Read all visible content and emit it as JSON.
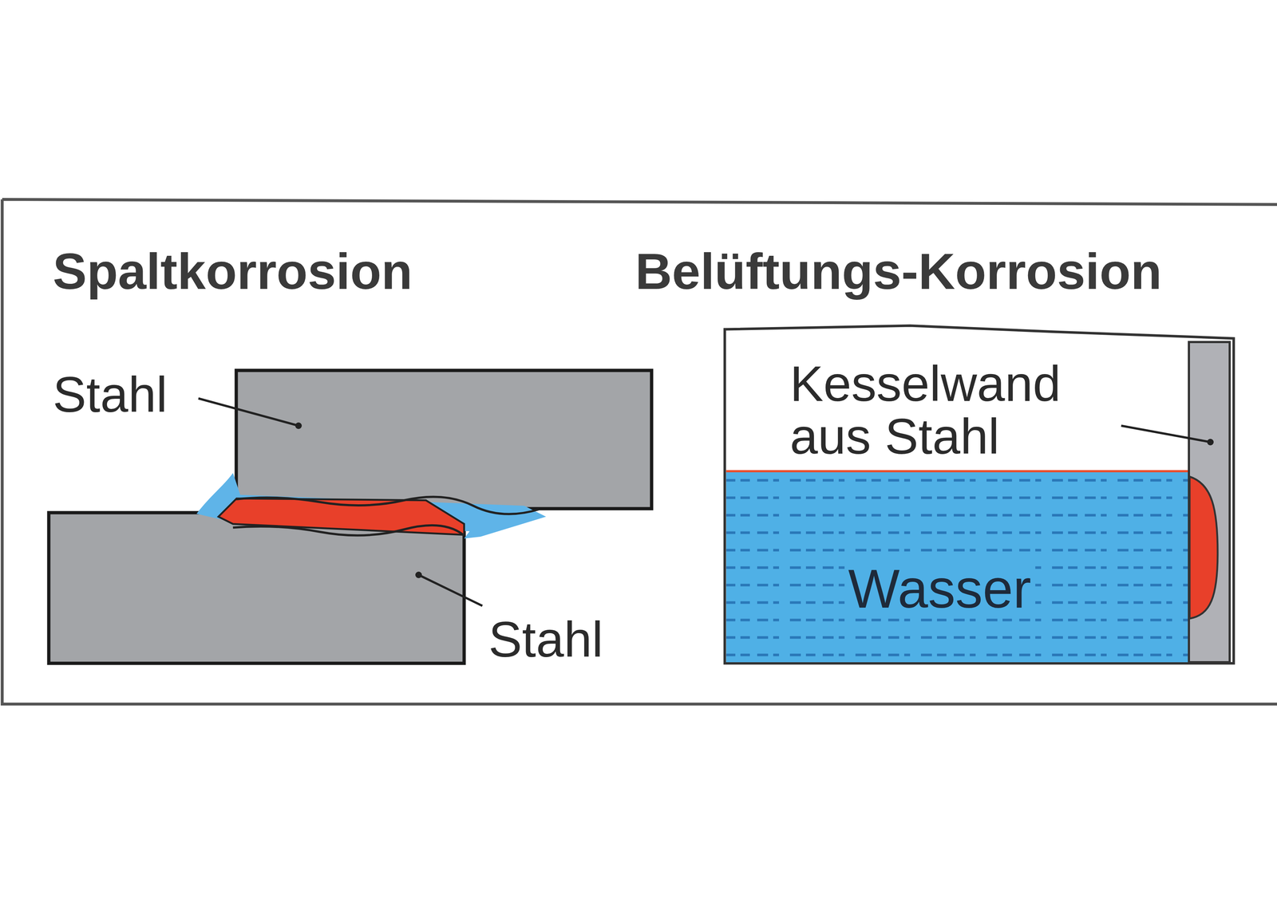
{
  "diagram": {
    "labels": [
      "Spaltkorrosion",
      "Belüftungs-Korrosion",
      "Stahl",
      "Stahl",
      "Kesselwand aus Stahl",
      "Wasser"
    ]
  }
}
